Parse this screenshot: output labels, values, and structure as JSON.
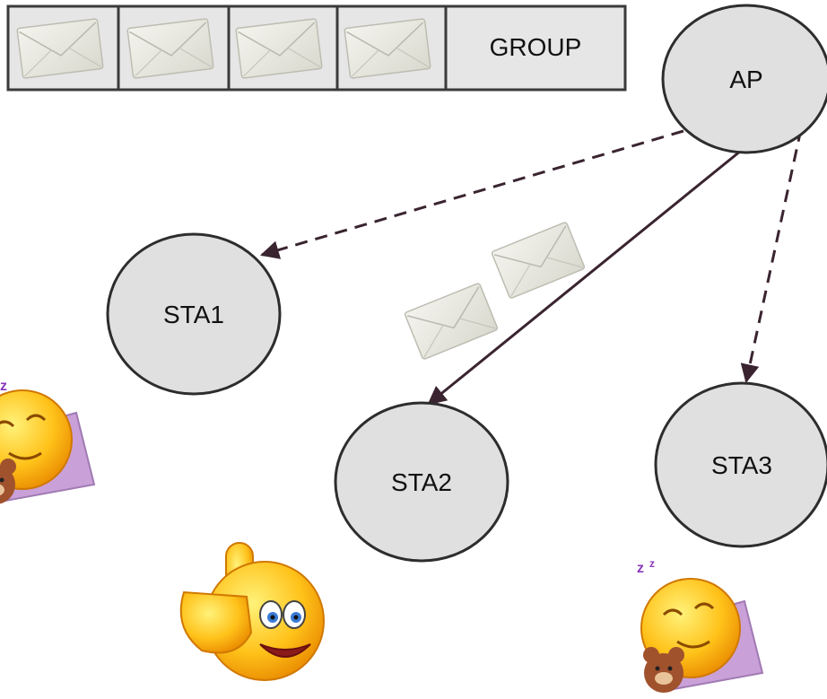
{
  "frame_label": "GROUP",
  "nodes": {
    "ap": "AP",
    "sta1": "STA1",
    "sta2": "STA2",
    "sta3": "STA3"
  },
  "colors": {
    "node_fill": "#e0e0e0",
    "stroke": "#3a2430",
    "envelope": "#e9e9e1",
    "emoji_yellow": "#ffc21a",
    "pillow": "#c9a1d8",
    "teddy": "#a0522d"
  },
  "icons": {
    "frame_slot": "envelope-icon",
    "sleeping": "sleeping-emoji-icon",
    "awake": "thumbs-up-emoji-icon"
  }
}
